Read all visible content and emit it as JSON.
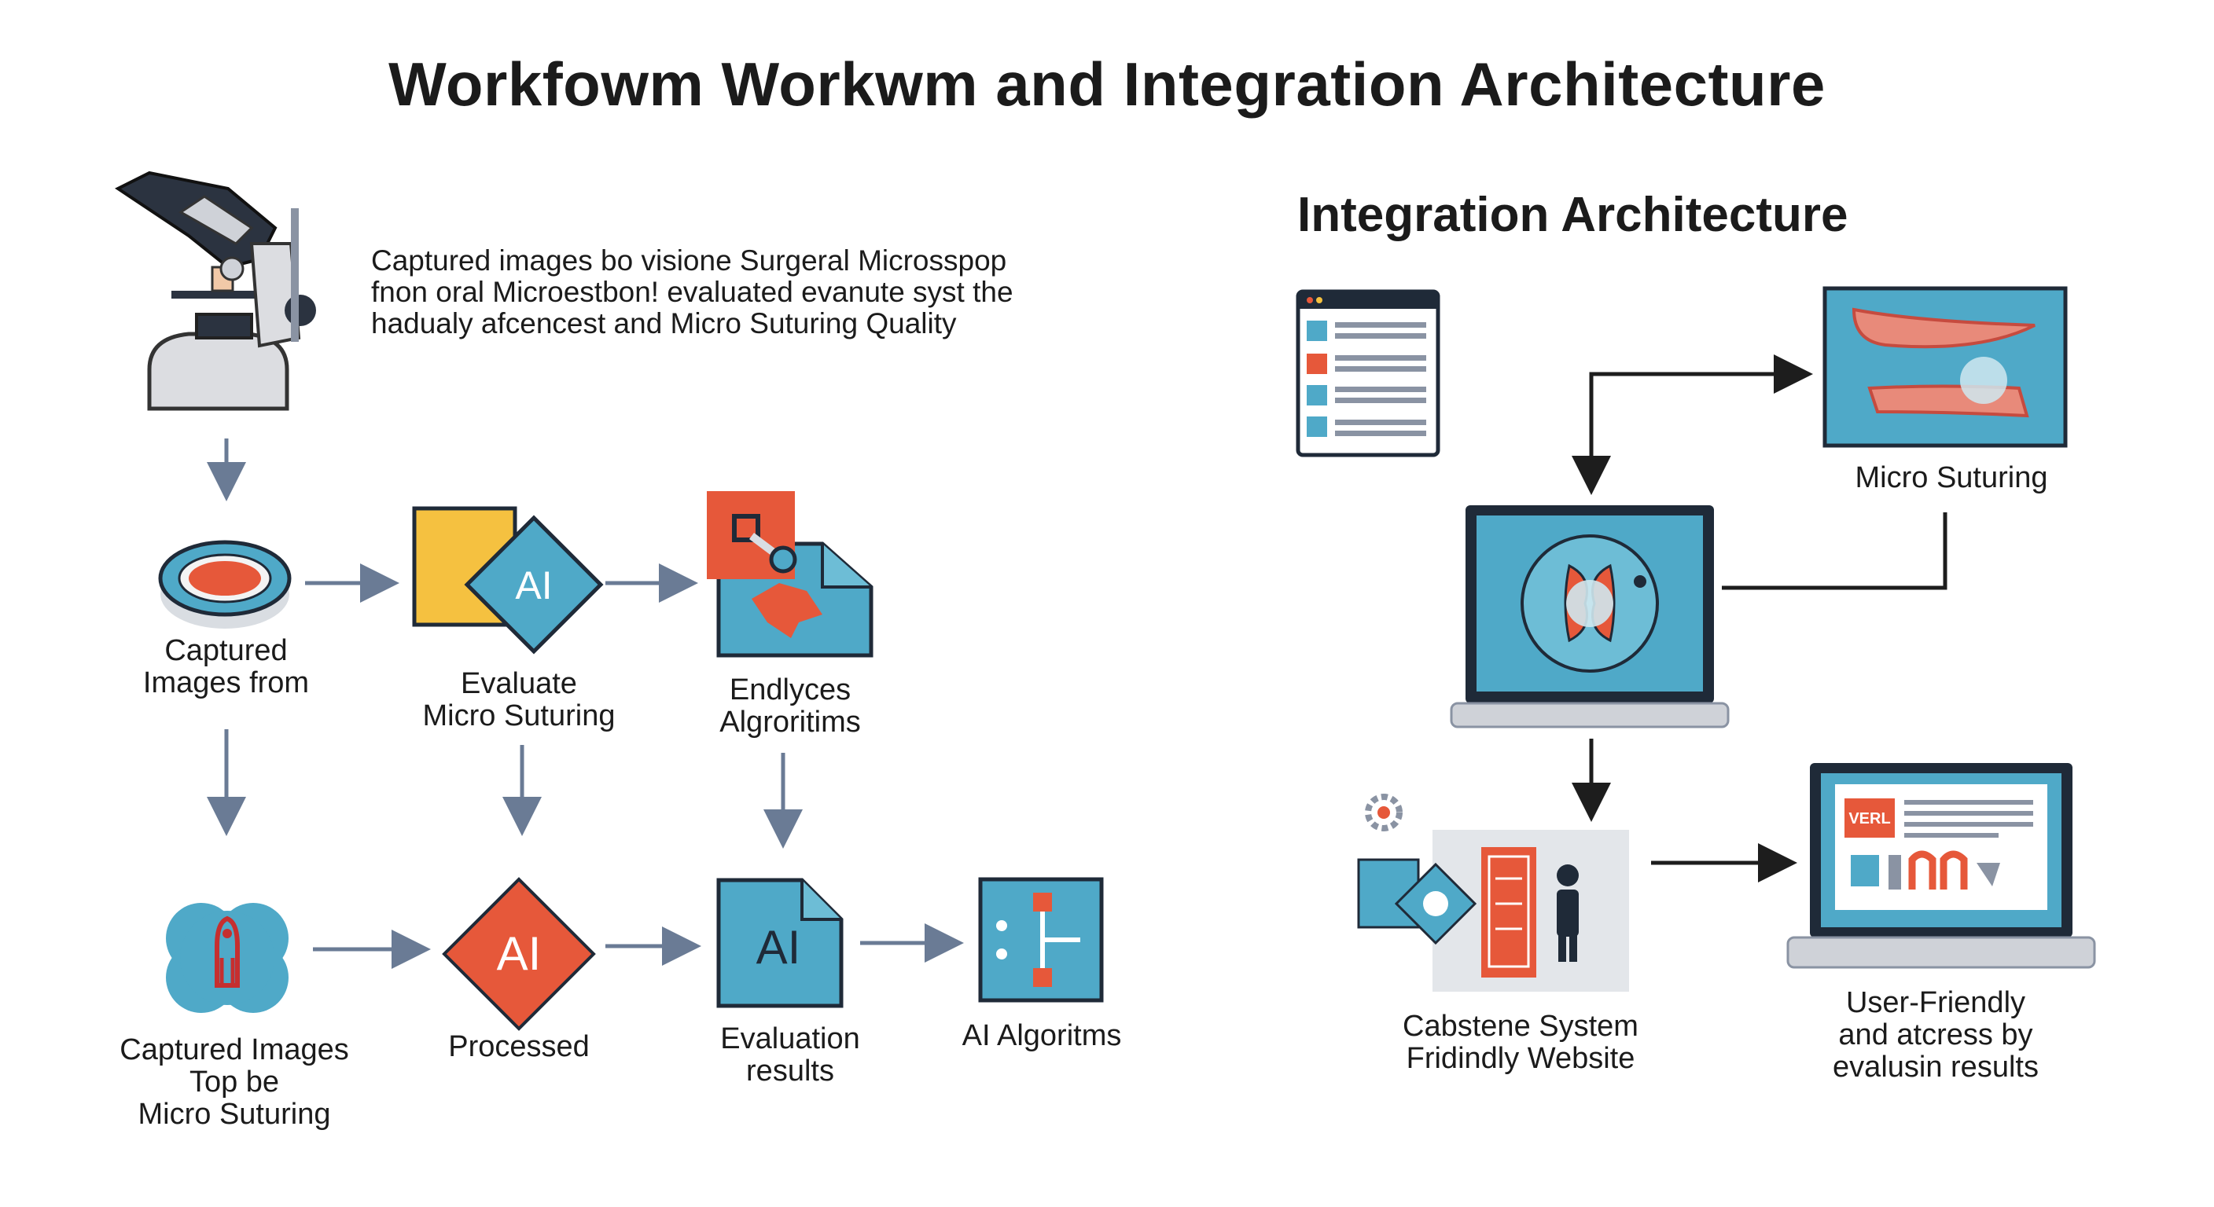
{
  "page": {
    "title": "Workfowm Workwm and Integration Architecture",
    "description": {
      "line1": "Captured images bo visione Surgeral Microsspop",
      "line2": "fnon oral Microestbon! evaluated evanute syst the",
      "line3": "hadualy afcencest and Micro Suturing Quality"
    }
  },
  "workflow": {
    "row1": {
      "captured": "Captured\nImages from",
      "evaluate": "Evaluate\nMicro Suturing",
      "endlyces": "Endlyces\nAlgroritims",
      "ai_badge": "AI"
    },
    "row2": {
      "captured": "Captured Images\nTop be\nMicro Suturing",
      "processed": "Processed",
      "evaluation": "Evaluation\nresults",
      "algorithms": "AI Algoritms",
      "ai_badge_diamond": "AI",
      "ai_badge_doc": "AI"
    }
  },
  "integration": {
    "title": "Integration Architecture",
    "micro_suturing": "Micro Suturing",
    "system": "Cabstene System\nFridindly Website",
    "user_friendly": "User-Friendly\nand atcress by\nevalusin results",
    "screen_logo": "VERL"
  },
  "colors": {
    "blue": "#4fa9c8",
    "blue_dark": "#2a7a99",
    "orange": "#e6583a",
    "yellow": "#f5c140",
    "navy": "#1f2a38",
    "arrow": "#6a7b95"
  },
  "icons": [
    "microscope-icon",
    "petri-dish-icon",
    "ai-document-icon",
    "magnifier-document-icon",
    "stitch-icon",
    "ai-diamond-icon",
    "ai-file-icon",
    "algorithm-flow-icon",
    "dashboard-icon",
    "suture-image-icon",
    "laptop-icon",
    "system-panel-icon",
    "gear-icon",
    "person-icon",
    "results-laptop-icon"
  ]
}
